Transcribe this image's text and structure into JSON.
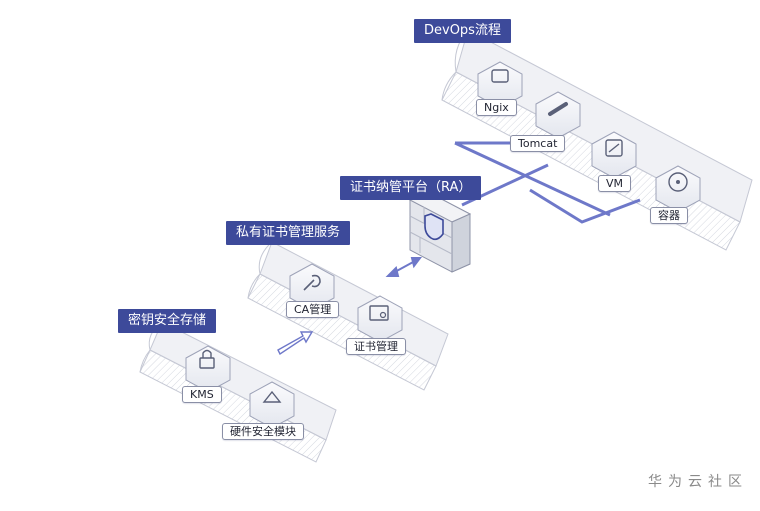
{
  "groups": {
    "devops": {
      "title": "DevOps流程"
    },
    "ra": {
      "title": "证书纳管平台（RA）"
    },
    "private_ca": {
      "title": "私有证书管理服务"
    },
    "key_storage": {
      "title": "密钥安全存储"
    }
  },
  "nodes": {
    "nginx": "Ngix",
    "tomcat": "Tomcat",
    "vm": "VM",
    "container": "容器",
    "ca_mgmt": "CA管理",
    "cert_mgmt": "证书管理",
    "kms": "KMS",
    "hsm": "硬件安全模块"
  },
  "watermark": "华为云社区",
  "colors": {
    "accent": "#3d4a9a",
    "connector": "#6e78c9",
    "panel": "#eef0f4"
  }
}
